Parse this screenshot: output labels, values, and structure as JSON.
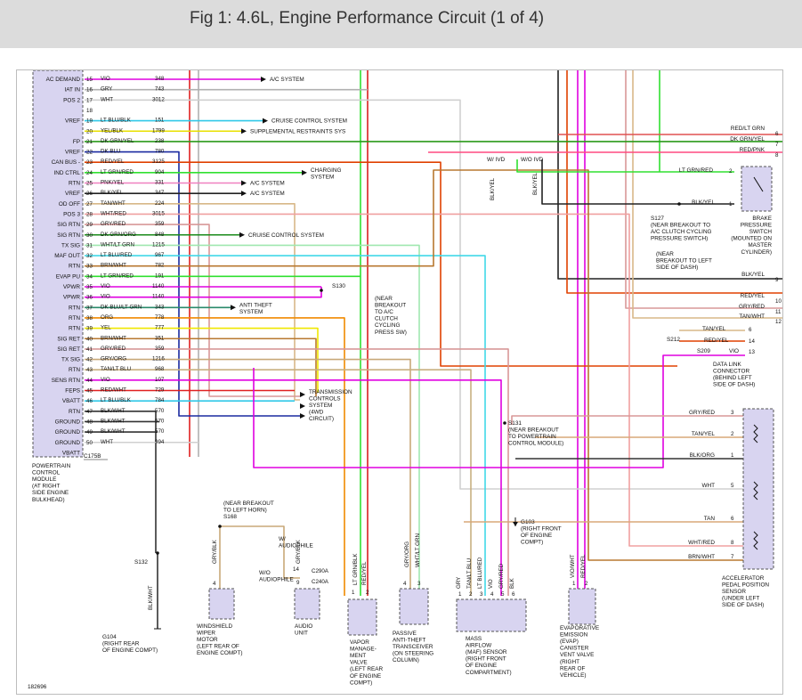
{
  "header": {
    "title": "Fig 1: 4.6L, Engine Performance Circuit (1 of 4)"
  },
  "pcm": {
    "pins": [
      {
        "label": "AC DEMAND",
        "pin": "15",
        "color": "VIO",
        "circuit": "348"
      },
      {
        "label": "IAT IN",
        "pin": "16",
        "color": "GRY",
        "circuit": "743"
      },
      {
        "label": "POS 2",
        "pin": "17",
        "color": "WHT",
        "circuit": "3012"
      },
      {
        "label": "",
        "pin": "18",
        "color": "",
        "circuit": ""
      },
      {
        "label": "VREF",
        "pin": "19",
        "color": "LT BLU/BLK",
        "circuit": "151"
      },
      {
        "label": "",
        "pin": "20",
        "color": "YEL/BLK",
        "circuit": "1799"
      },
      {
        "label": "FP",
        "pin": "21",
        "color": "DK GRN/YEL",
        "circuit": "238"
      },
      {
        "label": "VREF",
        "pin": "22",
        "color": "DK BLU",
        "circuit": "780"
      },
      {
        "label": "CAN BUS -",
        "pin": "23",
        "color": "RED/YEL",
        "circuit": "3125"
      },
      {
        "label": "IND CTRL",
        "pin": "24",
        "color": "LT GRN/RED",
        "circuit": "904"
      },
      {
        "label": "RTN",
        "pin": "25",
        "color": "PNK/YEL",
        "circuit": "331"
      },
      {
        "label": "VREF",
        "pin": "26",
        "color": "BLK/YEL",
        "circuit": "347"
      },
      {
        "label": "OD OFF",
        "pin": "27",
        "color": "TAN/WHT",
        "circuit": "224"
      },
      {
        "label": "POS 3",
        "pin": "28",
        "color": "WHT/RED",
        "circuit": "3015"
      },
      {
        "label": "SIG RTN",
        "pin": "29",
        "color": "GRY/RED",
        "circuit": "359"
      },
      {
        "label": "SIG RTN",
        "pin": "30",
        "color": "DK GRN/ORG",
        "circuit": "848"
      },
      {
        "label": "TX SIG",
        "pin": "31",
        "color": "WHT/LT GRN",
        "circuit": "1215"
      },
      {
        "label": "MAF OUT",
        "pin": "32",
        "color": "LT BLU/RED",
        "circuit": "967"
      },
      {
        "label": "RTN",
        "pin": "33",
        "color": "BRN/WHT",
        "circuit": "782"
      },
      {
        "label": "EVAP PU",
        "pin": "34",
        "color": "LT GRN/RED",
        "circuit": "191"
      },
      {
        "label": "VPWR",
        "pin": "35",
        "color": "VIO",
        "circuit": "1140"
      },
      {
        "label": "VPWR",
        "pin": "36",
        "color": "VIO",
        "circuit": "1140"
      },
      {
        "label": "RTN",
        "pin": "37",
        "color": "DK BLU/LT GRN",
        "circuit": "343"
      },
      {
        "label": "RTN",
        "pin": "38",
        "color": "ORG",
        "circuit": "778"
      },
      {
        "label": "RTN",
        "pin": "39",
        "color": "YEL",
        "circuit": "777"
      },
      {
        "label": "SIG RET",
        "pin": "40",
        "color": "BRN/WHT",
        "circuit": "351"
      },
      {
        "label": "SIG RET",
        "pin": "41",
        "color": "GRY/RED",
        "circuit": "359"
      },
      {
        "label": "TX SIG",
        "pin": "42",
        "color": "GRY/ORG",
        "circuit": "1216"
      },
      {
        "label": "RTN",
        "pin": "43",
        "color": "TAN/LT BLU",
        "circuit": "968"
      },
      {
        "label": "SENS RTN",
        "pin": "44",
        "color": "VIO",
        "circuit": "107"
      },
      {
        "label": "FEPS",
        "pin": "45",
        "color": "RED/WHT",
        "circuit": "729"
      },
      {
        "label": "VBATT",
        "pin": "46",
        "color": "LT BLU/BLK",
        "circuit": "784"
      },
      {
        "label": "RTN",
        "pin": "47",
        "color": "BLK/WHT",
        "circuit": "570"
      },
      {
        "label": "GROUND",
        "pin": "48",
        "color": "BLK/WHT",
        "circuit": "570"
      },
      {
        "label": "GROUND",
        "pin": "49",
        "color": "BLK/WHT",
        "circuit": "570"
      },
      {
        "label": "GROUND",
        "pin": "50",
        "color": "WHT",
        "circuit": "994"
      }
    ],
    "extra_label": "VBATT",
    "connector": "C175B",
    "name": "POWERTRAIN\nCONTROL\nMODULE\n(AT RIGHT\nSIDE ENGINE\nBULKHEAD)"
  },
  "arrows": [
    {
      "text": "A/C SYSTEM"
    },
    {
      "text": "CRUISE CONTROL SYSTEM"
    },
    {
      "text": "SUPPLEMENTAL RESTRAINTS SYS"
    },
    {
      "text": "CHARGING\nSYSTEM"
    },
    {
      "text": "A/C SYSTEM"
    },
    {
      "text": "A/C SYSTEM"
    },
    {
      "text": "CRUISE CONTROL SYSTEM"
    },
    {
      "text": "ANTI THEFT\nSYSTEM"
    },
    {
      "text": "TRANSMISSION\nCONTROLS\nSYSTEM\n(4WD\nCIRCUIT)"
    }
  ],
  "right_wires": [
    {
      "text": "RED/LT GRN",
      "pin": "6"
    },
    {
      "text": "DK GRN/YEL",
      "pin": "7"
    },
    {
      "text": "RED/PNK",
      "pin": "8"
    },
    {
      "text": "BLK/YEL",
      "pin": "9"
    },
    {
      "text": "RED/YEL",
      "pin": "10"
    },
    {
      "text": "GRY/RED",
      "pin": "11"
    },
    {
      "text": "TAN/WHT",
      "pin": "12"
    }
  ],
  "brake_switch": {
    "wire1": "LT GRN/RED",
    "pin1": "2",
    "wire2": "BLK/YEL",
    "pin2": "1",
    "name": "BRAKE\nPRESSURE\nSWITCH\n(MOUNTED ON\nMASTER\nCYLINDER)"
  },
  "splices": [
    {
      "id": "s127",
      "text": "S127\n(NEAR BREAKOUT TO\nA/C CLUTCH CYCLING\nPRESSURE SWITCH)"
    },
    {
      "id": "near-left-dash",
      "text": "(NEAR\nBREAKOUT TO LEFT\nSIDE OF DASH)"
    },
    {
      "id": "s130",
      "text": "S130"
    },
    {
      "id": "s130-note",
      "text": "(NEAR\nBREAKOUT\nTO A/C\nCLUTCH\nCYCLING\nPRESS SW)"
    },
    {
      "id": "s131",
      "text": "S131\n(NEAR BREAKOUT\nTO POWERTRAIN\nCONTROL MODULE)"
    },
    {
      "id": "s168",
      "text": "(NEAR BREAKOUT\nTO LEFT HORN)\nS168"
    },
    {
      "id": "s132",
      "text": "S132"
    },
    {
      "id": "s212",
      "text": "S212"
    },
    {
      "id": "s209",
      "text": "S209"
    }
  ],
  "ivd": {
    "with": "W/ IVD",
    "without": "W/O IVD",
    "wire_a": "BLK/YEL",
    "wire_b": "BLK/YEL"
  },
  "dlc": {
    "w1": "TAN/YEL",
    "p1": "6",
    "w2": "RED/YEL",
    "p2": "14",
    "w3": "VIO",
    "p3": "13",
    "name": "DATA LINK\nCONNECTOR\n(BEHIND LEFT\nSIDE OF DASH)"
  },
  "app": {
    "wires": [
      {
        "text": "GRY/RED",
        "pin": "3"
      },
      {
        "text": "TAN/YEL",
        "pin": "2"
      },
      {
        "text": "BLK/ORG",
        "pin": "1"
      },
      {
        "text": "WHT",
        "pin": "5"
      },
      {
        "text": "TAN",
        "pin": "6"
      },
      {
        "text": "WHT/RED",
        "pin": "8"
      },
      {
        "text": "BRN/WHT",
        "pin": "7"
      }
    ],
    "name": "ACCELERATOR\nPEDAL POSITION\nSENSOR\n(UNDER LEFT\nSIDE OF DASH)"
  },
  "g103": {
    "text": "G103\n(RIGHT FRONT\nOF ENGINE\nCOMPT)"
  },
  "g104": {
    "text": "G104\n(RIGHT REAR\nOF ENGINE COMPT)"
  },
  "wiper": {
    "wire": "GRY/BLK",
    "pin": "4",
    "name": "WINDSHIELD\nWIPER\nMOTOR\n(LEFT REAR OF\nENGINE COMPT)"
  },
  "audio": {
    "w_label": "W/\nAUDIOPHILE",
    "wo_label": "W/O\nAUDIOPHILE",
    "pin_w": "14",
    "pin_wo": "9",
    "c1": "C290A",
    "c2": "C240A",
    "wire": "GRY/BLK",
    "name": "AUDIO\nUNIT"
  },
  "vmv": {
    "w1": "LT GRN/BLK",
    "w2": "RED/YEL",
    "p1": "1",
    "p2": "2",
    "name": "VAPOR\nMANAGE-\nMENT\nVALVE\n(LEFT REAR\nOF ENGINE\nCOMPT)"
  },
  "pats": {
    "w1": "GRY/ORG",
    "w2": "WHT/LT GRN",
    "p1": "4",
    "p2": "3",
    "name": "PASSIVE\nANTI-THEFT\nTRANSCEIVER\n(ON STEERING\nCOLUMN)"
  },
  "maf": {
    "wires": [
      "GRY",
      "TAN/LT BLU",
      "LT BLU/RED",
      "VIO",
      "GRY/RED",
      "BLK"
    ],
    "pins": [
      "1",
      "2",
      "3",
      "4",
      "5",
      "6"
    ],
    "name": "MASS\nAIRFLOW\n(MAF) SENSOR\n(RIGHT FRONT\nOF ENGINE\nCOMPARTMENT)"
  },
  "evap": {
    "w1": "VIO/WHT",
    "w2": "RED/YEL",
    "p1": "1",
    "p2": "2",
    "name": "EVAPORATIVE\nEMISSION\n(EVAP)\nCANISTER\nVENT VALVE\n(RIGHT\nREAR OF\nVEHICLE)"
  },
  "bsmw": {
    "wire": "BLK/WHT"
  },
  "footer": {
    "code": "182696"
  },
  "colors": {
    "VIO": "#e000e0",
    "GRY": "#b0b0b0",
    "WHT": "#d0d0d0",
    "LT BLU/BLK": "#30c8e8",
    "YEL/BLK": "#e8e000",
    "DK GRN/YEL": "#2a9a1a",
    "DK BLU": "#1a2aa0",
    "RED/YEL": "#e04000",
    "LT GRN/RED": "#30e030",
    "PNK/YEL": "#f080c0",
    "BLK/YEL": "#222222",
    "TAN/WHT": "#d8b888",
    "WHT/RED": "#f0a0a0",
    "GRY/RED": "#d89898",
    "DK GRN/ORG": "#1a8a1a",
    "WHT/LT GRN": "#a0e8b0",
    "LT BLU/RED": "#40d8e8",
    "BRN/WHT": "#b87830",
    "ORG": "#f08a00",
    "YEL": "#f0e800",
    "GRY/ORG": "#c8a878",
    "TAN/LT BLU": "#c8b080",
    "RED/WHT": "#e02020",
    "BLK/WHT": "#333333",
    "RED": "#d82020",
    "BLK/ORG": "#333333",
    "TAN": "#d8a878"
  }
}
